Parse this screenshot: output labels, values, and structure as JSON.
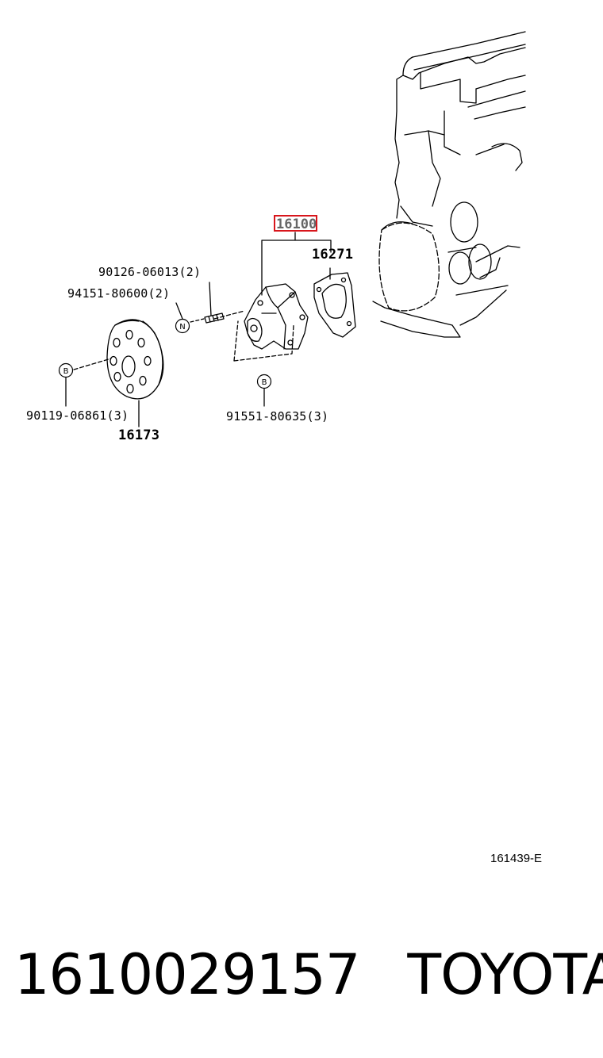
{
  "labels": {
    "part_16100": "16100",
    "part_16271": "16271",
    "part_90126": "90126-06013(2)",
    "part_94151": "94151-80600(2)",
    "part_90119": "90119-06861(3)",
    "part_16173": "16173",
    "part_91551": "91551-80635(3)"
  },
  "callouts": {
    "n": "N",
    "b1": "B",
    "b2": "B"
  },
  "diagram_code": "161439-E",
  "footer": {
    "part_number": "1610029157",
    "brand": "TOYOTA"
  },
  "colors": {
    "highlight": "#d8161c",
    "line": "#000000"
  }
}
